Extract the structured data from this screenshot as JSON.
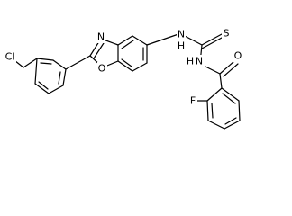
{
  "atoms": {
    "cl": "Cl",
    "n_oxazole": "N",
    "o_oxazole": "O",
    "n_amine": "N",
    "h_amine": "H",
    "s": "S",
    "n_amide": "N",
    "h_amide": "H",
    "o_carbonyl": "O",
    "f": "F"
  },
  "colors": {
    "bond": "#000000",
    "label": "#000000",
    "background": "#ffffff"
  }
}
